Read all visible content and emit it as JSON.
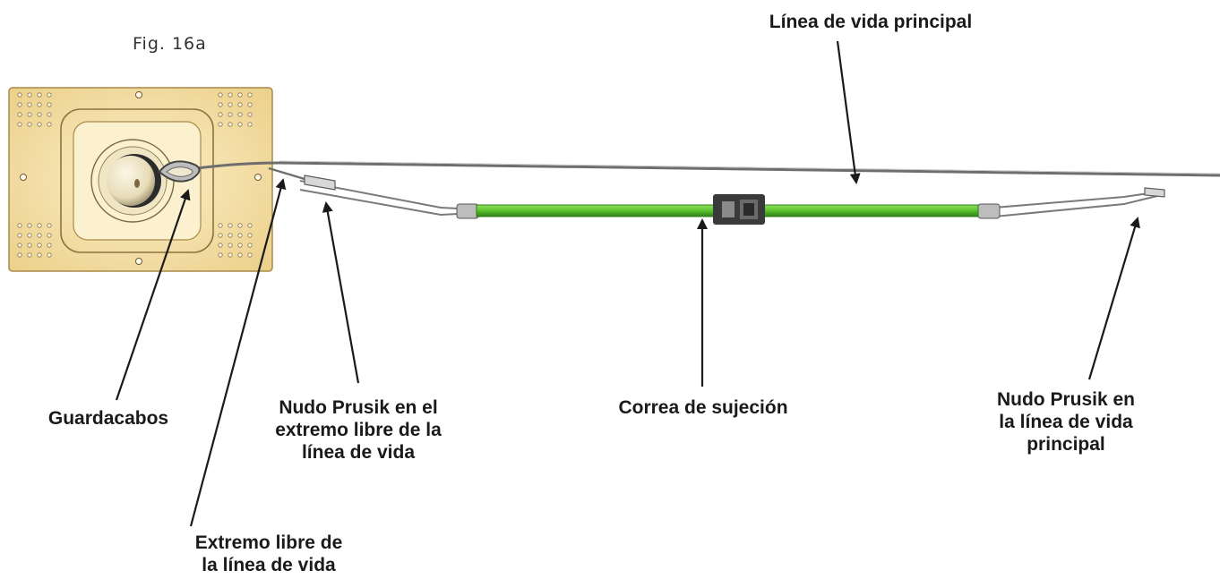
{
  "figure": {
    "title": "Fig. 16a"
  },
  "labels": {
    "main_lifeline": "Línea de vida principal",
    "thimble": "Guardacabos",
    "prusik_free_end": [
      "Nudo Prusik en el",
      "extremo libre de la",
      "línea de vida"
    ],
    "strap": "Correa de sujeción",
    "prusik_main": [
      "Nudo Prusik en",
      "la línea de vida",
      "principal"
    ],
    "free_end": [
      "Extremo libre de",
      "la línea de vida"
    ]
  },
  "colors": {
    "plate": "#f3dfa6",
    "plate_edge": "#a88a4a",
    "strap": "#59c12e",
    "strap_dark": "#2f7d16",
    "cable": "#6e6e6e",
    "buckle": "#3a3a3a"
  }
}
